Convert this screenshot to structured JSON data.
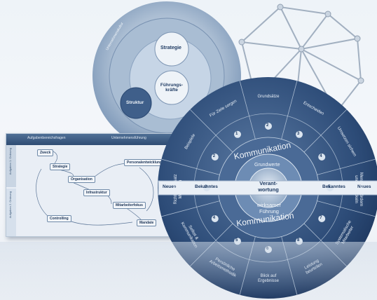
{
  "top_wheel": {
    "center": "Strategie",
    "mid": "Führungs-kräfte",
    "left": "Struktur",
    "outer": [
      "Führungskräfte",
      "Unternehmenskultur",
      "Strategie"
    ]
  },
  "main_wheel": {
    "top_banner": "Kommunikation",
    "grundwerte": "Grundwerte",
    "center": "Verant-wortung",
    "lower": "wirksamer Führung",
    "bottom_banner": "Kommunikation",
    "left_side_outer": "Neues",
    "left_side_inner": "Bekanntes",
    "right_side_inner": "Bekanntes",
    "right_side_outer": "Neues",
    "segments": [
      {
        "label": "Grundsätze",
        "num": "2"
      },
      {
        "label": "Entscheiden",
        "num": "3"
      },
      {
        "label": "Umsetzen sichern",
        "num": "4"
      },
      {
        "label": "Menschen fördern und entwickeln",
        "num": "5"
      },
      {
        "label": "Systematische Mitarbeiter",
        "num": "7"
      },
      {
        "label": "Leistung beurteilen",
        "num": "8"
      },
      {
        "label": "Blick auf Ergebnisse",
        "num": "6"
      },
      {
        "label": "Persönliche Arbeitsmethodik",
        "num": "5"
      },
      {
        "label": "Selbst & Kommunikation",
        "num": "4"
      },
      {
        "label": "Richtige Einsatz Methoden",
        "num": "3"
      },
      {
        "label": "Beispiele",
        "num": "2"
      },
      {
        "label": "Für Ziele sorgen",
        "num": "1"
      }
    ]
  },
  "flow_chart": {
    "header_left": "Aufgabenbereichsfragen",
    "header_right": "Unternehmensführung",
    "side_top": "Aufgaben 1. Ordnung",
    "side_bottom": "Aufgaben 2. Ordnung",
    "nodes": [
      "Zweck",
      "Strategie",
      "Organisation",
      "Personalentwicklung",
      "Infrastruktur",
      "Mitarbeiterfokus",
      "Controlling",
      "Mandate"
    ]
  }
}
